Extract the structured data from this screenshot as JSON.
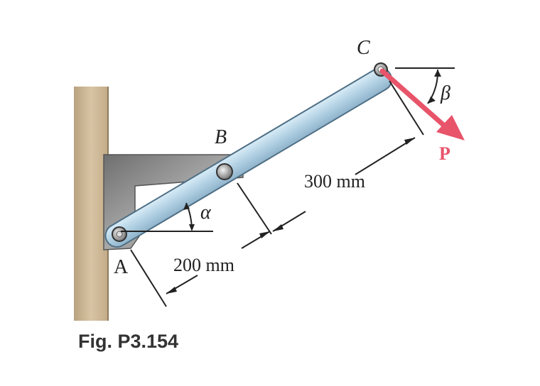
{
  "labels": {
    "point_a": "A",
    "point_b": "B",
    "point_c": "C",
    "angle_alpha": "α",
    "angle_beta": "β",
    "force_p": "P"
  },
  "dimensions": {
    "ab": "200 mm",
    "bc": "300 mm"
  },
  "caption": "Fig. P3.154",
  "colors": {
    "wall": "#cdb797",
    "bracket": "#8a8a8a",
    "rod": "#b7d4e6",
    "force": "#e8546a"
  }
}
